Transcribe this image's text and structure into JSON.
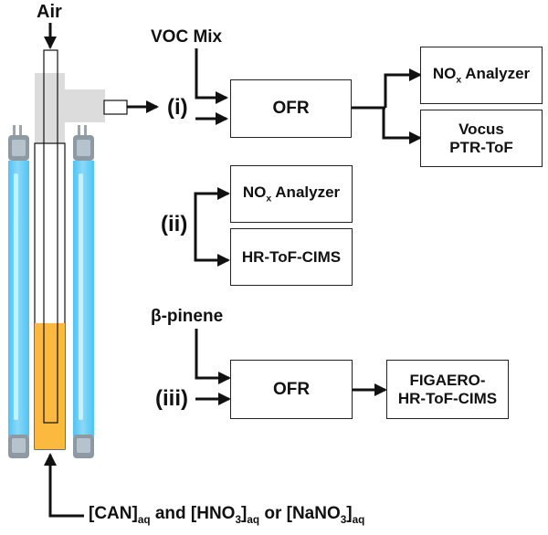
{
  "reactor": {
    "inlet_label": "Air",
    "solution_label_parts": [
      "[CAN]",
      "aq",
      " and [HNO",
      "3",
      "]",
      "aq",
      " or [NaNO",
      "3",
      "]",
      "aq"
    ]
  },
  "colors": {
    "uv_lamp": "#5ccbf5",
    "liquid": "#fbb93f",
    "housing": "#dcdcdc"
  },
  "config_i": {
    "label": "(i)",
    "input_label": "VOC Mix",
    "reactor_box": "OFR",
    "outputs": [
      {
        "main": "NO",
        "sub": "x",
        "rest": " Analyzer"
      },
      {
        "line1": "Vocus",
        "line2": "PTR-ToF"
      }
    ]
  },
  "config_ii": {
    "label": "(ii)",
    "outputs": [
      {
        "main": "NO",
        "sub": "x",
        "rest": " Analyzer"
      },
      {
        "text": "HR-ToF-CIMS"
      }
    ]
  },
  "config_iii": {
    "label": "(iii)",
    "input_label": "β-pinene",
    "reactor_box": "OFR",
    "output": {
      "line1": "FIGAERO-",
      "line2": "HR-ToF-CIMS"
    }
  }
}
